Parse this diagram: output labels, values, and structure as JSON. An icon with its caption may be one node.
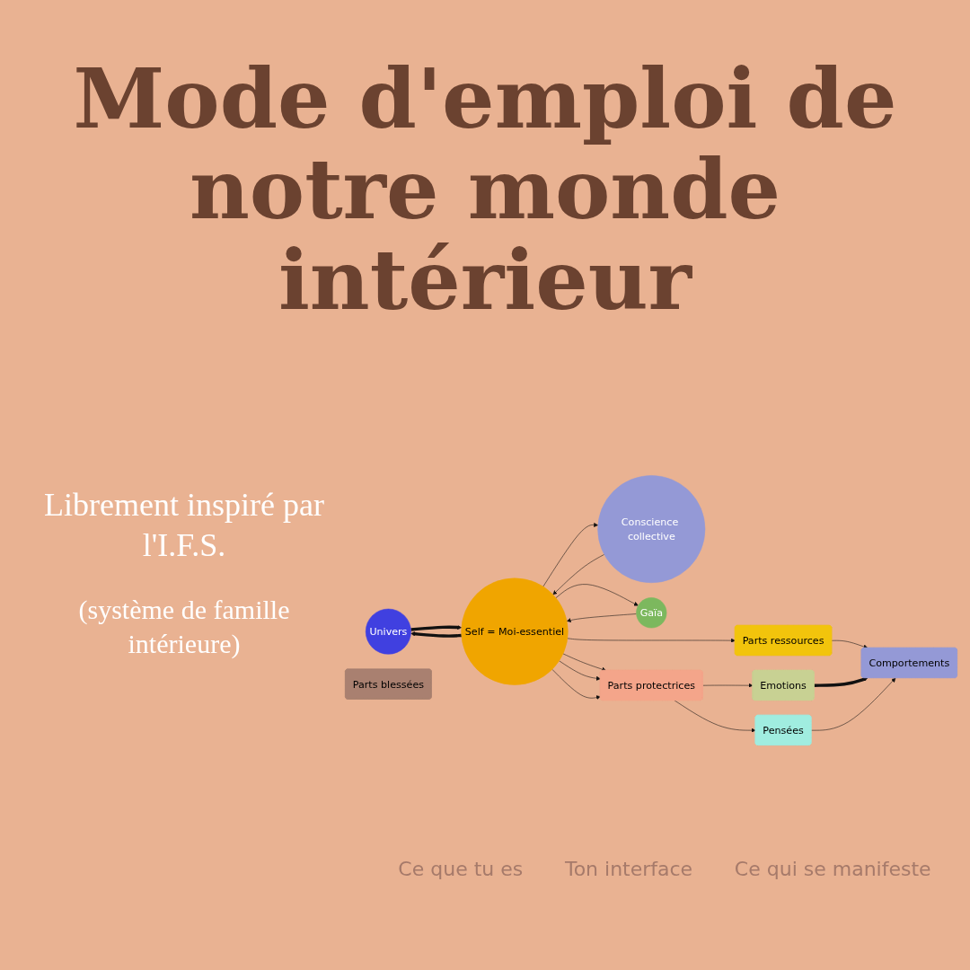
{
  "diagram": {
    "title": "Mode d'emploi de notre monde intérieur",
    "nodes": [
      {
        "text": [
          "Univers"
        ]
      },
      {
        "text": [
          "Conscience collective"
        ]
      },
      {
        "text": [
          "Self = Moi-essentiel"
        ]
      },
      {
        "text": [
          "Gaïa"
        ]
      },
      {
        "text": [
          "Parts blessées"
        ]
      },
      {
        "text": [
          "Parts protectrices"
        ]
      },
      {
        "text": [
          "Parts ressources"
        ]
      },
      {
        "text": [
          "Emotions"
        ]
      },
      {
        "text": [
          "Pensées"
        ]
      },
      {
        "text": [
          "Comportements"
        ]
      }
    ],
    "edges": [
      {
        "from": 2,
        "to": 0,
        "arrow": "to",
        "style": "thick"
      },
      {
        "from": 0,
        "to": 2,
        "arrow": "to",
        "style": "thick"
      },
      {
        "from": 2,
        "to": 1,
        "arrow": "to"
      },
      {
        "from": 1,
        "to": 2,
        "arrow": "to"
      },
      {
        "from": 3,
        "to": 2,
        "arrow": "to"
      },
      {
        "from": 2,
        "to": 3,
        "arrow": "to"
      },
      {
        "from": 2,
        "to": 5,
        "arrow": "to"
      },
      {
        "from": 2,
        "to": 5,
        "arrow": "to"
      },
      {
        "from": 2,
        "to": 5,
        "arrow": "to"
      },
      {
        "from": 2,
        "to": 6,
        "arrow": "to"
      },
      {
        "from": 5,
        "to": 7,
        "arrow": "to"
      },
      {
        "from": 5,
        "to": 8,
        "arrow": "to"
      },
      {
        "from": 6,
        "to": 9,
        "arrow": "to"
      },
      {
        "from": 7,
        "to": 9,
        "arrow": "to",
        "style": "thick"
      },
      {
        "from": 8,
        "to": 9,
        "arrow": "to"
      }
    ],
    "labels": [
      "Librement inspiré par l'I.F.S.",
      "(système de famille intérieure)",
      "Ce que tu es",
      "Ton interface",
      "Ce qui se manifeste"
    ]
  }
}
